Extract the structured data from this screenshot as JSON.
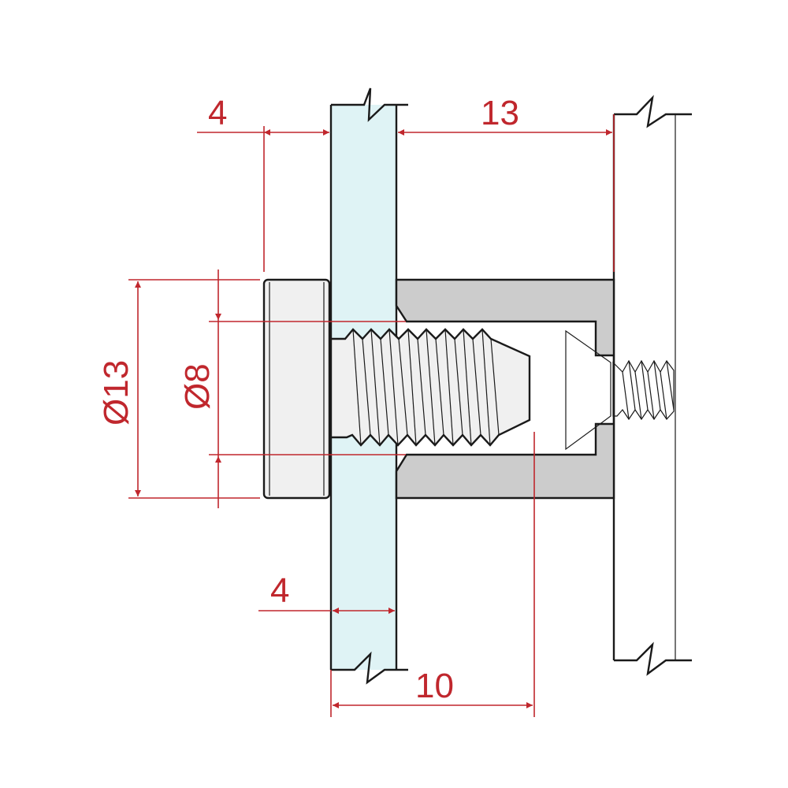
{
  "drawing": {
    "dimensions": {
      "cap_thickness": "4",
      "spacer_length": "13",
      "cap_diameter": "Ø13",
      "bolt_diameter": "Ø8",
      "glass_thickness": "4",
      "bolt_depth": "10"
    },
    "colors": {
      "dimension": "#c0272d",
      "glass": "#dff3f5",
      "spacer": "#cccccc",
      "metal": "#f0f0f0"
    }
  }
}
